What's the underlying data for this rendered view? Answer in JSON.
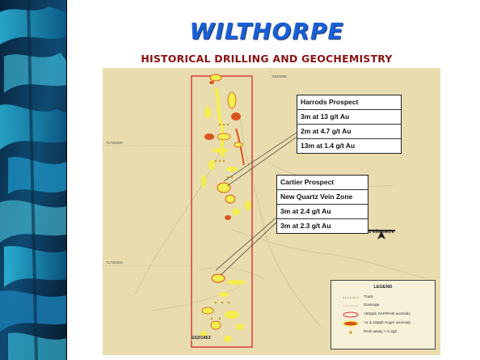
{
  "slide": {
    "title": "WILTHORPE",
    "subtitle": "HISTORICAL DRILLING AND GEOCHEMISTRY"
  },
  "map": {
    "grid_labels": {
      "easting": "634000E",
      "northing_1": "7176000N",
      "northing_2": "7172000N"
    },
    "tenement_label": "E52/1453",
    "scale_label": "1 kilometre",
    "callouts": {
      "harrods": {
        "title": "Harrods Prospect",
        "results": [
          "3m at 13 g/t Au",
          "2m at 4.7 g/t Au",
          "13m at 1.4 g/t Au"
        ]
      },
      "cartier": {
        "title": "Cartier Prospect",
        "subtitle": "New Quartz Vein Zone",
        "results": [
          "3m at 2.4 g/t Au",
          "3m at 2.3 g/t Au"
        ]
      }
    },
    "legend": {
      "title": "LEGEND",
      "items": [
        "Track",
        "Drainage",
        ">50ppb SAP/RAB anomaly",
        ">4 & 10ppb Auger anomaly",
        "RAB assay > 0.2g/t"
      ]
    },
    "colors": {
      "background": "#e9dcae",
      "tenement_outline": "#d8323a",
      "anomaly_yellow": "#f4ee4e",
      "anomaly_orange": "#d9541e"
    }
  }
}
